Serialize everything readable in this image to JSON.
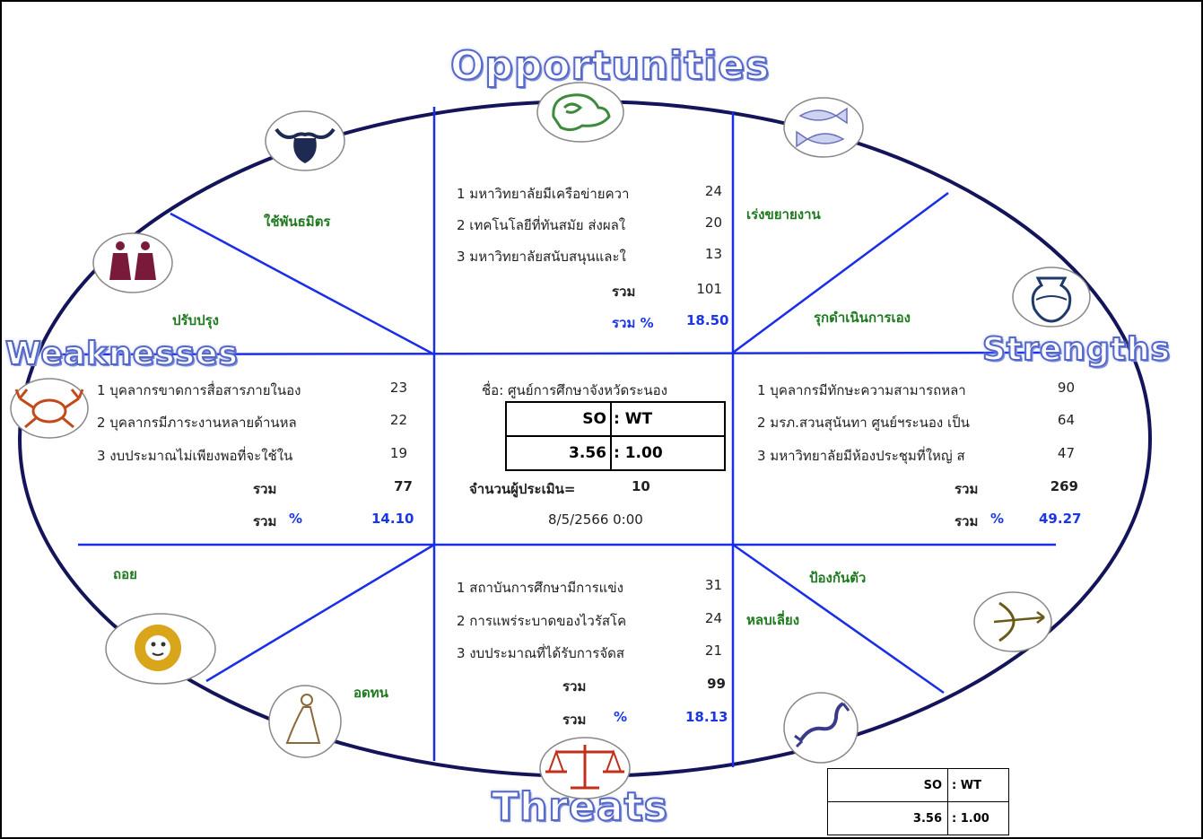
{
  "titles": {
    "opportunities": "Opportunities",
    "weaknesses": "Weaknesses",
    "strengths": "Strengths",
    "threats": "Threats"
  },
  "strategies": {
    "wo": "ใช้พันธมิตร",
    "so": "เร่งขยายงาน",
    "wo_improve": "ปรับปรุง",
    "so_proactive": "รุกดำเนินการเอง",
    "wt_retreat": "ถอย",
    "st_defend": "ป้องกันตัว",
    "st_avoid": "หลบเลี่ยง",
    "wt_endure": "อดทน"
  },
  "opportunities": {
    "items": [
      {
        "label": "1 มหาวิทยาลัยมีเครือข่ายควา",
        "value": "24"
      },
      {
        "label": "2 เทคโนโลยีที่ทันสมัย ส่งผลใ",
        "value": "20"
      },
      {
        "label": "3 มหาวิทยาลัยสนับสนุนและใ",
        "value": "13"
      }
    ],
    "total_label": "รวม",
    "total": "101",
    "pct_label": "รวม %",
    "pct": "18.50"
  },
  "weaknesses": {
    "items": [
      {
        "label": "1 บุคลากรขาดการสื่อสารภายในอง",
        "value": "23"
      },
      {
        "label": "2 บุคลากรมีภาระงานหลายด้านหล",
        "value": "22"
      },
      {
        "label": "3 งบประมาณไม่เพียงพอที่จะใช้ใน",
        "value": "19"
      }
    ],
    "total_label": "รวม",
    "total": "77",
    "pct_label": "รวม",
    "pct_sign": "%",
    "pct": "14.10"
  },
  "strengths": {
    "items": [
      {
        "label": "1 บุคลากรมีทักษะความสามารถหลา",
        "value": "90"
      },
      {
        "label": "2 มรภ.สวนสุนันทา ศูนย์ฯระนอง เป็น",
        "value": "64"
      },
      {
        "label": "3 มหาวิทยาลัยมีห้องประชุมที่ใหญ่ ส",
        "value": "47"
      }
    ],
    "total_label": "รวม",
    "total": "269",
    "pct_label": "รวม",
    "pct_sign": "%",
    "pct": "49.27"
  },
  "threats": {
    "items": [
      {
        "label": "1 สถาบันการศึกษามีการแข่ง",
        "value": "31"
      },
      {
        "label": "2 การแพร่ระบาดของไวรัสโค",
        "value": "24"
      },
      {
        "label": "3 งบประมาณที่ได้รับการจัดส",
        "value": "21"
      }
    ],
    "total_label": "รวม",
    "total": "99",
    "pct_label": "รวม",
    "pct_sign": "%",
    "pct": "18.13"
  },
  "center": {
    "name": "ชื่อ: ศูนย์การศึกษาจังหวัดระนอง",
    "so_label": "SO",
    "wt_label": ": WT",
    "so_value": "3.56",
    "wt_value": ": 1.00",
    "evaluators_label": "จำนวนผู้ประเมิน=",
    "evaluators": "10",
    "date": "8/5/2566 0:00"
  },
  "small_table": {
    "so_label": "SO",
    "wt_label": ": WT",
    "so_value": "3.56",
    "wt_value": ": 1.00"
  },
  "colors": {
    "blue_lines": "#1a2ee8",
    "ellipse": "#14145a",
    "strategy_text": "#1f7a1f",
    "percent_text": "#1a36e6"
  },
  "icons": [
    "ram-icon",
    "bull-icon",
    "fish-icon",
    "twins-icon",
    "water-jar-icon",
    "crab-icon",
    "archer-icon",
    "lion-icon",
    "maiden-icon",
    "scorpion-icon",
    "scales-icon"
  ]
}
